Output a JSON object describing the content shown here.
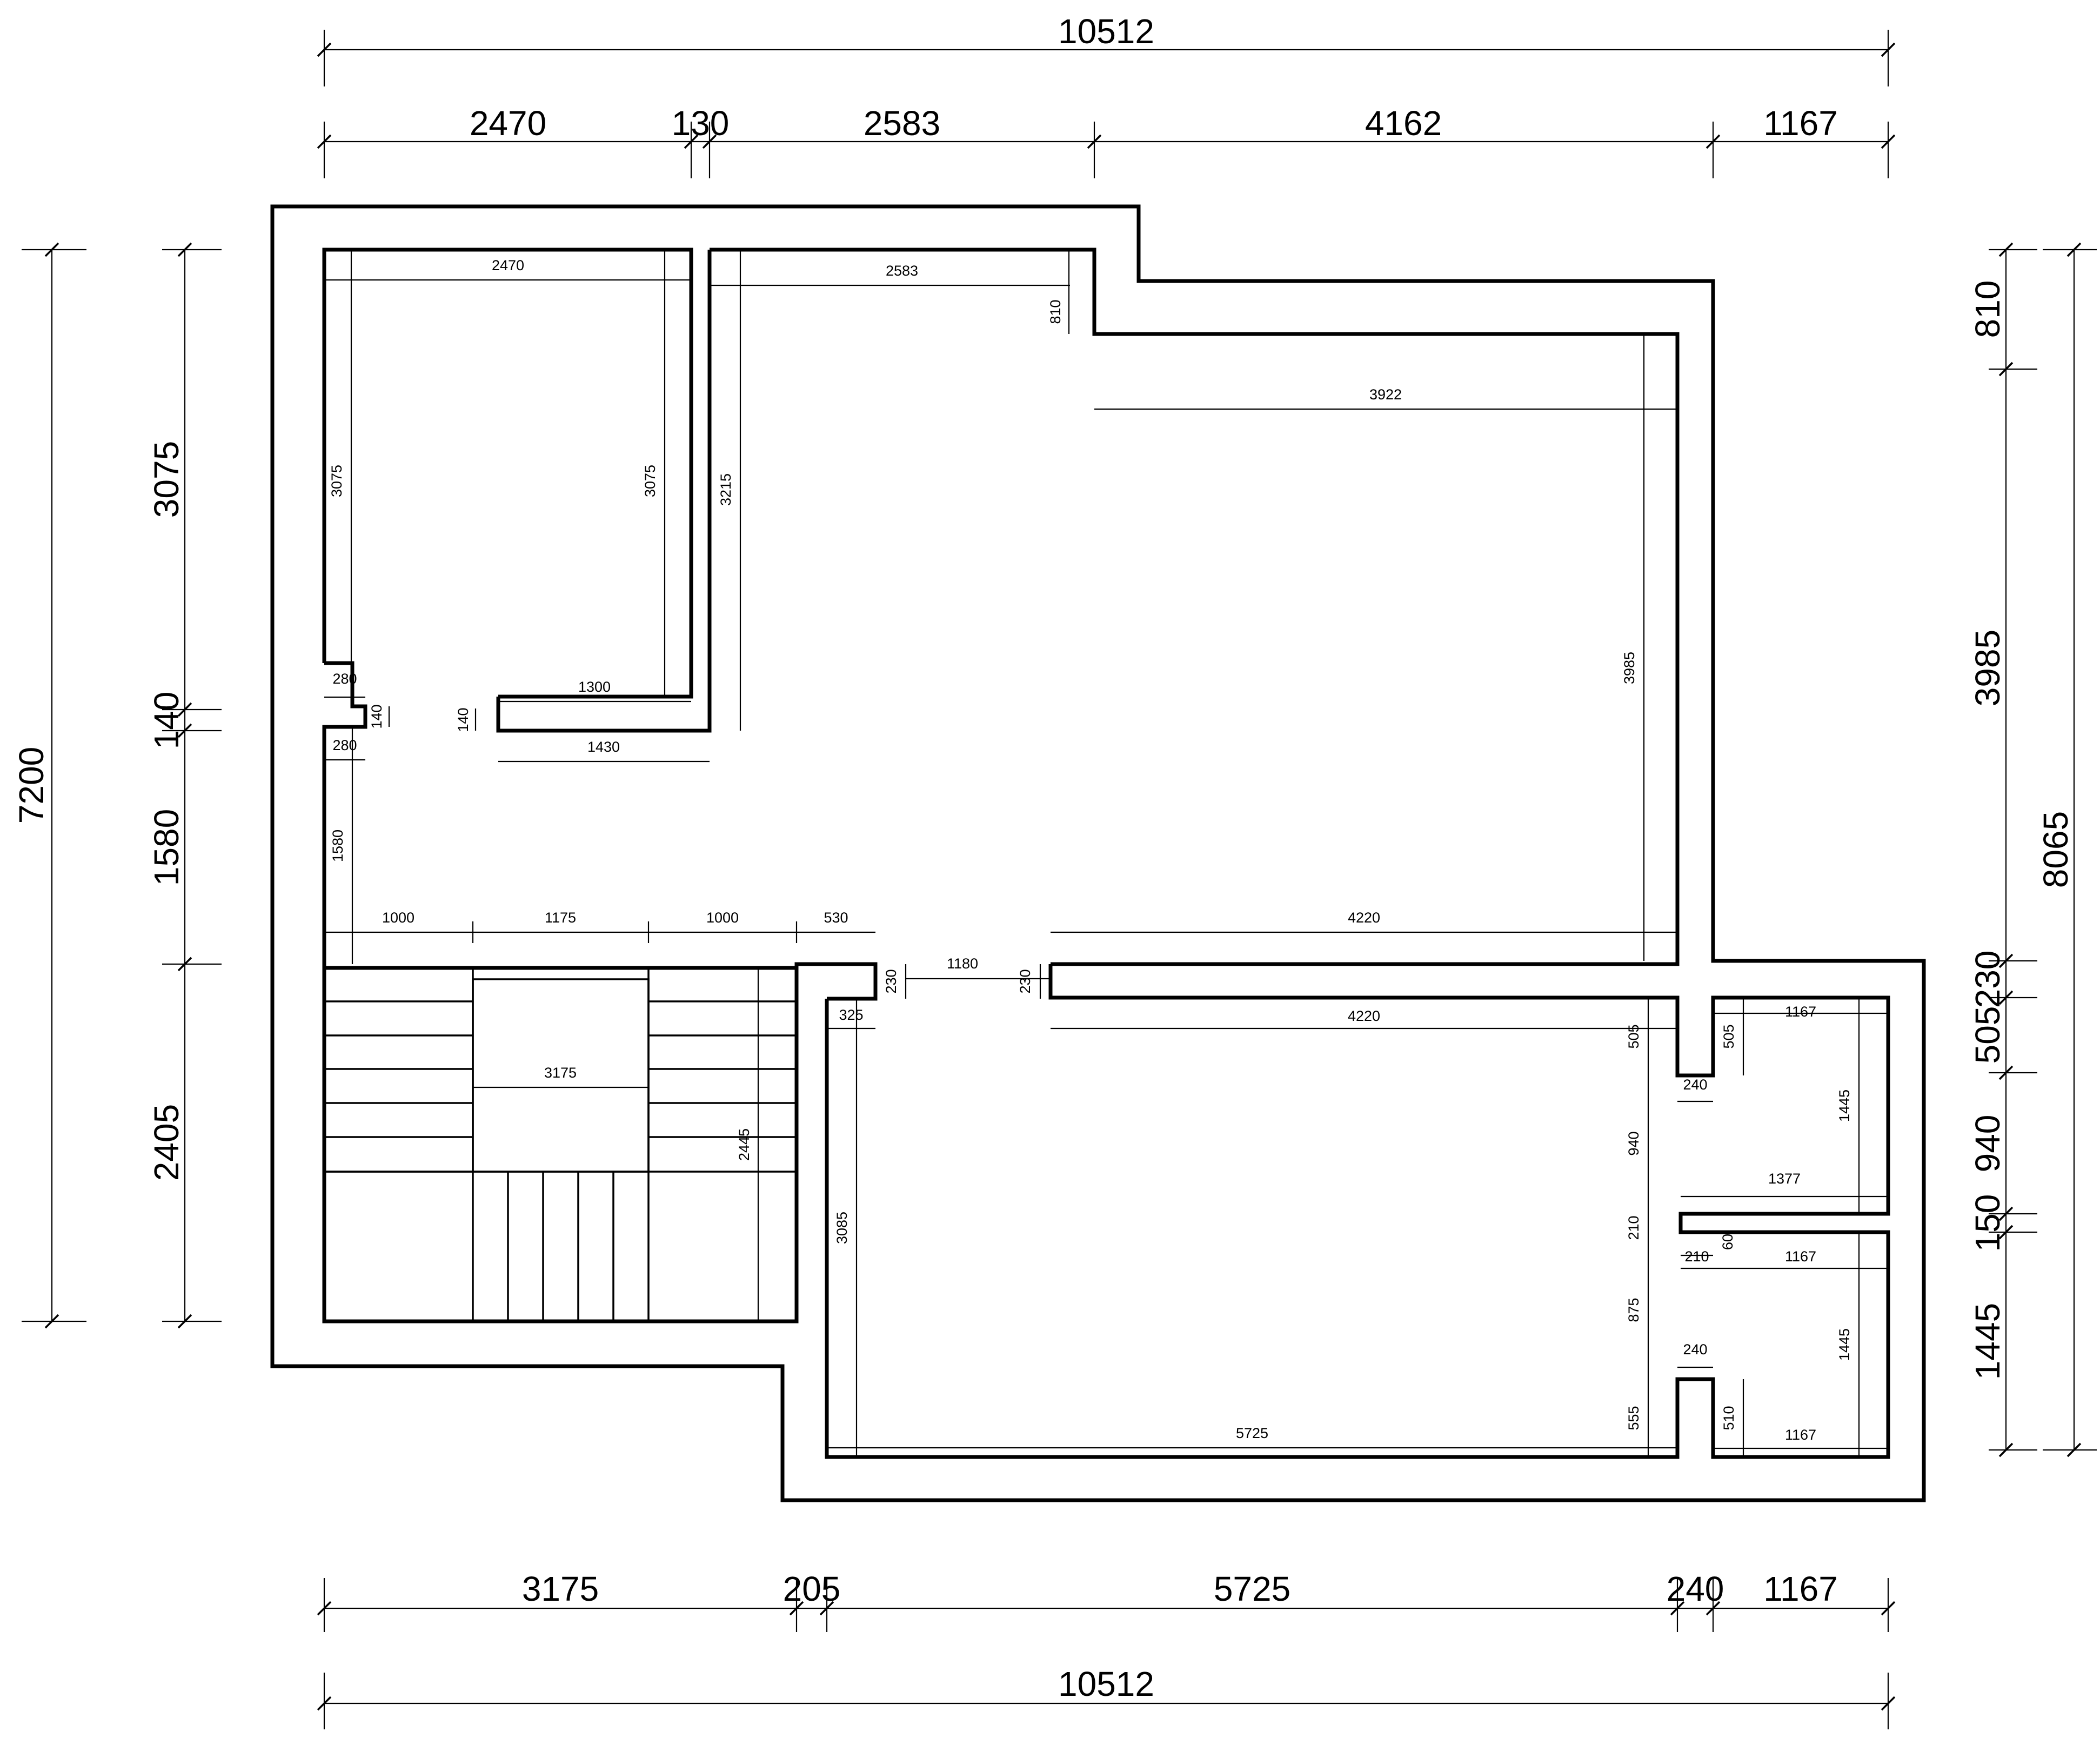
{
  "drawing": {
    "overall": {
      "top_total": "10512",
      "bottom_total": "10512",
      "left_total": "7200",
      "right_total": "8065"
    },
    "top_segments": [
      "2470",
      "130",
      "2583",
      "4162",
      "1167"
    ],
    "bottom_segments": [
      "3175",
      "205",
      "5725",
      "240",
      "1167"
    ],
    "left_segments": [
      "3075",
      "140",
      "1580",
      "2405"
    ],
    "right_segments": [
      "810",
      "3985",
      "230",
      "505",
      "940",
      "150",
      "1445"
    ],
    "inner_labels": {
      "room_a_width": "2470",
      "room_b_width": "2583",
      "step_810": "810",
      "width_3922": "3922",
      "room_a_left_h": "3075",
      "room_a_right_h": "3075",
      "wall_3215": "3215",
      "height_3985": "3985",
      "nib_280_top": "280",
      "nib_140_v": "140",
      "nib_280_bottom": "280",
      "wall_1300": "1300",
      "wall_140_v": "140",
      "wall_1430": "1430",
      "height_1580": "1580",
      "seg_1000_a": "1000",
      "seg_1175": "1175",
      "seg_1000_b": "1000",
      "seg_530": "530",
      "width_4220_top": "4220",
      "door_1180": "1180",
      "wall_230_left": "230",
      "wall_230_right": "230",
      "off_325": "325",
      "width_4220_bottom": "4220",
      "stair_3175": "3175",
      "stair_2445": "2445",
      "height_3085": "3085",
      "h_505_left": "505",
      "h_505_right": "505",
      "w_240_top": "240",
      "w_1167_top": "1167",
      "h_1445_top": "1445",
      "h_940": "940",
      "w_1377": "1377",
      "h_210_v": "210",
      "w_210_h": "210",
      "w_60": "60",
      "w_1167_mid": "1167",
      "h_875": "875",
      "w_240_bottom": "240",
      "h_1445_bottom": "1445",
      "w_5725": "5725",
      "h_555": "555",
      "h_510": "510",
      "w_1167_bottom": "1167"
    }
  }
}
